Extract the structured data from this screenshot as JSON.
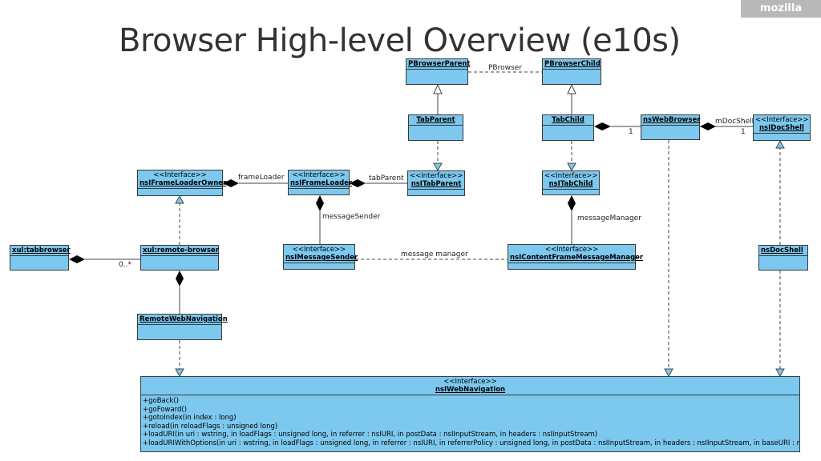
{
  "page": {
    "title": "Browser High-level Overview (e10s)",
    "logo": "mozilla"
  },
  "boxes": {
    "pbrowser_parent": {
      "name": "PBrowserParent"
    },
    "pbrowser_child": {
      "name": "PBrowserChild"
    },
    "tab_parent": {
      "name": "TabParent"
    },
    "tab_child": {
      "name": "TabChild"
    },
    "ns_web_browser": {
      "name": "nsWebBrowser"
    },
    "ns_idocshell": {
      "stereotype": "<<Interface>>",
      "name": "nsIDocShell"
    },
    "ns_iframeloaderowner": {
      "stereotype": "<<Interface>>",
      "name": "nsIFrameLoaderOwner"
    },
    "ns_iframeloader": {
      "stereotype": "<<Interface>>",
      "name": "nsIFrameLoader"
    },
    "ns_itabparent": {
      "stereotype": "<<Interface>>",
      "name": "nsITabParent"
    },
    "ns_itabchild": {
      "stereotype": "<<Interface>>",
      "name": "nsITabChild"
    },
    "xul_tabbrowser": {
      "name": "xul:tabbrowser"
    },
    "xul_remote_browser": {
      "name": "xul:remote-browser"
    },
    "ns_imessagesender": {
      "stereotype": "<<Interface>>",
      "name": "nsIMessageSender"
    },
    "ns_icontentframemessagemanager": {
      "stereotype": "<<Interface>>",
      "name": "nsIContentFrameMessageManager"
    },
    "ns_docshell": {
      "name": "nsDocShell"
    },
    "remote_web_navigation": {
      "name": "RemoteWebNavigation"
    },
    "ns_iwebnavigation": {
      "stereotype": "<<Interface>>",
      "name": "nsIWebNavigation",
      "methods": [
        "+goBack()",
        "+goFoward()",
        "+gotoIndex(in index : long)",
        "+reload(in reloadFlags : unsigned long)",
        "+loadURI(in uri : wstring, in loadFlags : unsigned long, in referrer : nsIURI, in postData : nsIInputStream, in headers : nsIInputStream)",
        "+loadURIWithOptions(in uri : wstring, in loadFlags : unsigned long, in referrer : nsIURI, in referrerPolicy : unsigned long, in postData : nsIInputStream, in headers : nsIInputStream, in baseURI : nsIU..."
      ]
    }
  },
  "labels": {
    "pbrowser": "PBrowser",
    "mdocshell": "mDocShell",
    "mult_tabchild": "1",
    "mult_docshell": "1",
    "frameloader": "frameLoader",
    "tabparent": "tabParent",
    "messagesender": "messageSender",
    "messagemanager": "messageManager",
    "message_manager": "message manager",
    "mult_tabbrowser": "0..*"
  }
}
